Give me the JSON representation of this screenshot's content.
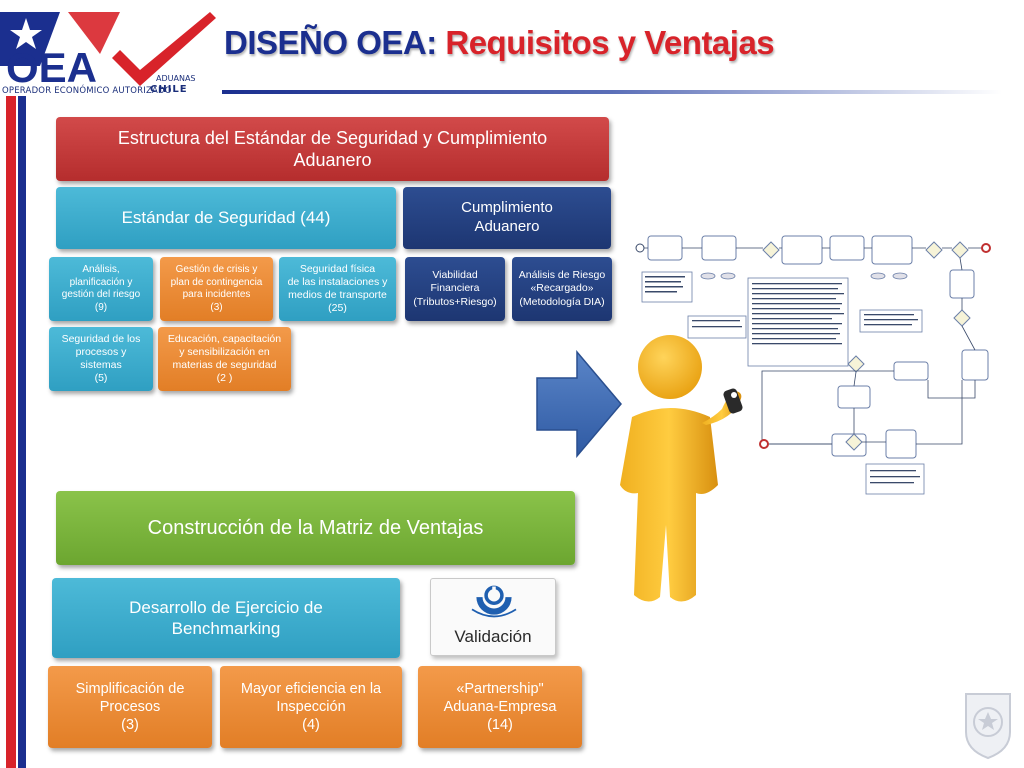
{
  "header": {
    "logo_caption": "OPERADOR ECONÓMICO AUTORIZADO",
    "logo_aduanas": "ADUANAS",
    "logo_chile": "CHILE",
    "title_prefix": "DISEÑO OEA: ",
    "title_highlight": "Requisitos y Ventajas"
  },
  "structure": {
    "main": "Estructura del Estándar de Seguridad y Cumplimiento\nAduanero",
    "security": "Estándar de Seguridad (44)",
    "compliance": "Cumplimiento\nAduanero",
    "items": [
      "Análisis,\nplanificación y\ngestión del riesgo\n(9)",
      "Gestión de crisis y\nplan de contingencia\npara incidentes\n(3)",
      "Seguridad  física\nde las instalaciones y\nmedios de transporte\n(25)",
      "Seguridad de los\nprocesos y\nsistemas\n(5)",
      "Educación, capacitación\ny sensibilización en\nmaterias de seguridad\n(2 )"
    ],
    "compliance_items": [
      "Viabilidad\nFinanciera\n(Tributos+Riesgo)",
      "Análisis de Riesgo\n«Recargado»\n(Metodología DIA)"
    ]
  },
  "matrix": {
    "main": "Construcción de la Matriz de Ventajas",
    "benchmark": "Desarrollo de Ejercicio de\nBenchmarking",
    "validation": "Validación",
    "items": [
      "Simplificación de\nProcesos\n(3)",
      "Mayor eficiencia en la\nInspección\n(4)",
      "«Partnership\"\nAduana-Empresa\n(14)"
    ]
  },
  "colors": {
    "brand_blue": "#1b2f8f",
    "brand_red": "#d8232a",
    "red_box": "#c23b3b",
    "teal_box": "#3aabcd",
    "navy_box": "#243f7f",
    "orange_box": "#ea8a35",
    "green_box": "#7bb53e"
  }
}
